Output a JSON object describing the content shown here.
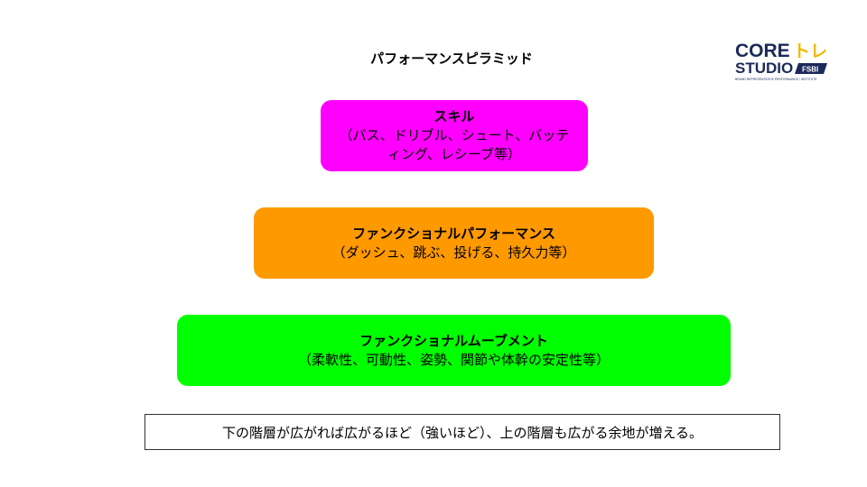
{
  "title": "パフォーマンスピラミッド",
  "logo": {
    "line1_a": "CORE",
    "line1_b": "トレ",
    "line2": "STUDIO",
    "badge": "FSBI",
    "tagline": "BRAND REPRESENTATIVE PERFORMANCE / INSTITUTE",
    "colors": {
      "navy": "#1c2a5a",
      "yellow": "#f5b800"
    }
  },
  "tiers": [
    {
      "head": "スキル",
      "sub": "（パス、ドリブル、シュート、バッティング、レシーブ等）",
      "color": "#ff00ff"
    },
    {
      "head": "ファンクショナルパフォーマンス",
      "sub": "（ダッシュ、跳ぶ、投げる、持久力等）",
      "color": "#ff9900"
    },
    {
      "head": "ファンクショナルムーブメント",
      "sub": "（柔軟性、可動性、姿勢、関節や体幹の安定性等）",
      "color": "#00ff00"
    }
  ],
  "note": "下の階層が広がれば広がるほど（強いほど）、上の階層も広がる余地が増える。"
}
